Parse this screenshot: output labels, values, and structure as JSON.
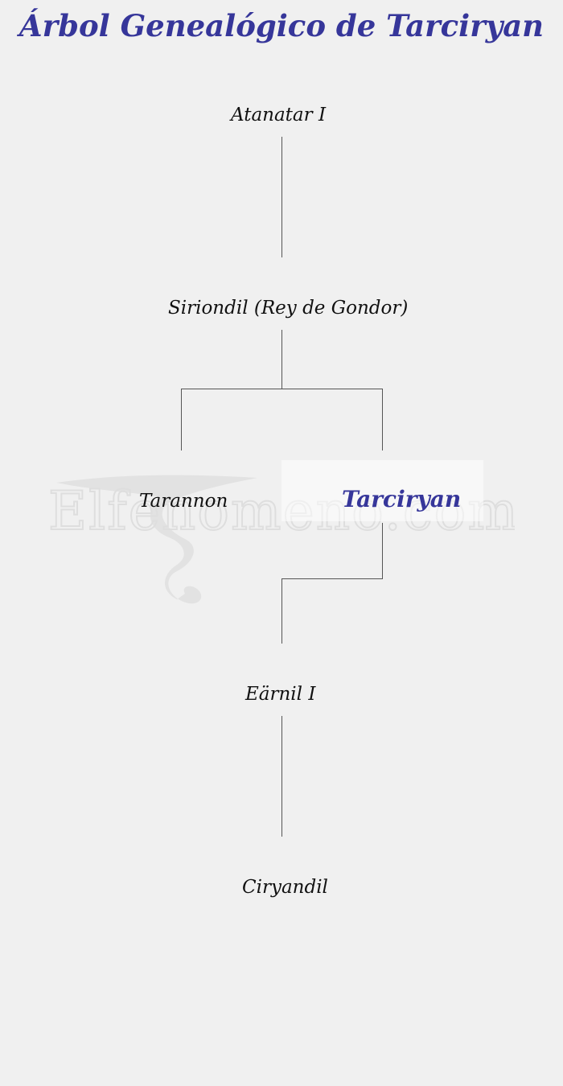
{
  "title": "Árbol Genealógico de Tarciryan",
  "colors": {
    "title": "#36369a",
    "highlight": "#36369a",
    "text": "#111111",
    "background": "#f0f0f0"
  },
  "watermark": {
    "text": "Elfenomeno.com",
    "icon": "dragon-logo-watermark"
  },
  "tree": {
    "atanatar": "Atanatar I",
    "siriondil": "Siriondil (Rey de Gondor)",
    "tarannon": "Tarannon",
    "tarciryan": "Tarciryan",
    "earnil": "Eärnil I",
    "ciryandil": "Ciryandil"
  }
}
